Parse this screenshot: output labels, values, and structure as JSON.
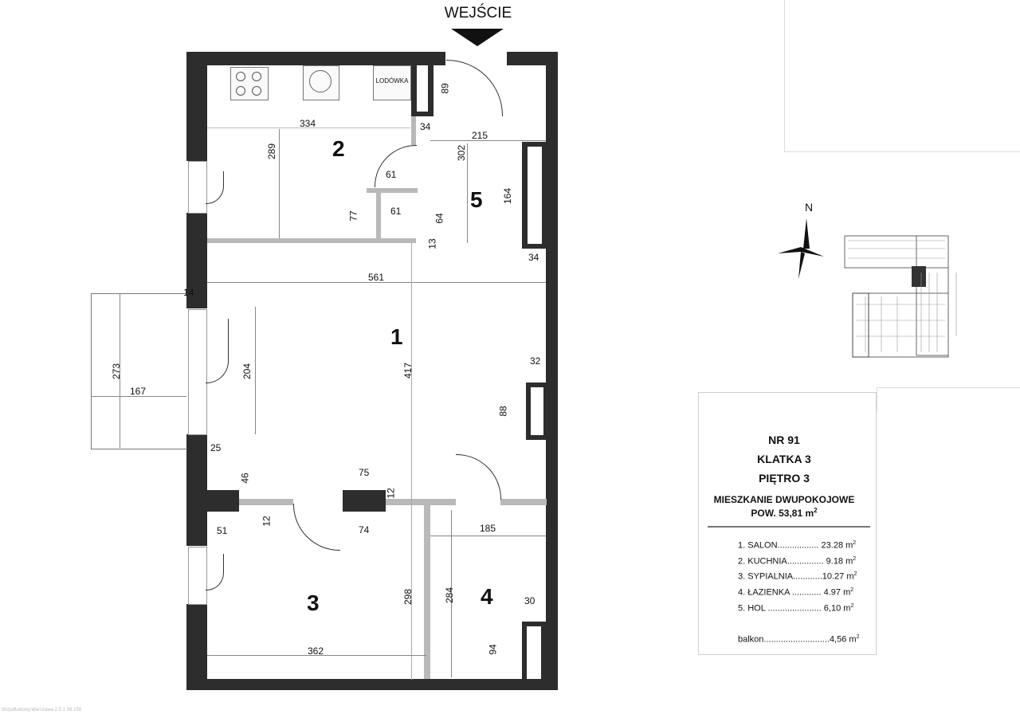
{
  "plan": {
    "entrance_label": "WEJŚCIE",
    "fridge_label": "LODÓWKA",
    "north_label": "N",
    "rooms": {
      "r1": "1",
      "r2": "2",
      "r3": "3",
      "r4": "4",
      "r5": "5"
    },
    "dims": {
      "d334": "334",
      "d289": "289",
      "d89": "89",
      "d34a": "34",
      "d215": "215",
      "d302": "302",
      "d61a": "61",
      "d61b": "61",
      "d77": "77",
      "d64": "64",
      "d13": "13",
      "d164": "164",
      "d34b": "34",
      "d561": "561",
      "d14": "14",
      "d273": "273",
      "d167": "167",
      "d204": "204",
      "d417": "417",
      "d32": "32",
      "d88": "88",
      "d25": "25",
      "d46": "46",
      "d75": "75",
      "d12a": "12",
      "d12b": "12",
      "d51": "51",
      "d74": "74",
      "d185": "185",
      "d298": "298",
      "d284": "284",
      "d30": "30",
      "d94": "94",
      "d362": "362"
    }
  },
  "info": {
    "nr": "NR 91",
    "klatka": "KLATKA 3",
    "pietro": "PIĘTRO 3",
    "type": "MIESZKANIE DWUPOKOJOWE",
    "area_prefix": "POW. 53,81 m",
    "area_sup": "2",
    "rooms": [
      {
        "label": "1. SALON.................",
        "value": "23.28 m",
        "sup": "2"
      },
      {
        "label": "2. KUCHNIA...............",
        "value": "9.18 m",
        "sup": "2"
      },
      {
        "label": "3. SYPIALNIA............",
        "value": "10.27 m",
        "sup": "2"
      },
      {
        "label": "4. ŁAZIENKA ............",
        "value": "4.97 m",
        "sup": "2"
      },
      {
        "label": "5. HOL ......................",
        "value": "6,10 m",
        "sup": "2"
      }
    ],
    "balcony": {
      "label": "balkon...........................",
      "value": "4,56 m",
      "sup": "2"
    }
  },
  "footer": "WizjaBudowy.Warszawa 2.5.1 08.158"
}
